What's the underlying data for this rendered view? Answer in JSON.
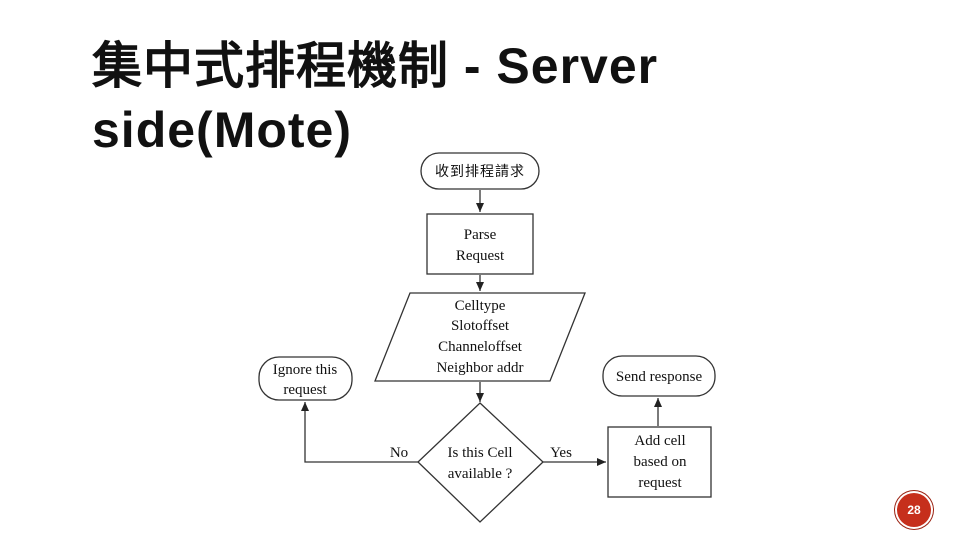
{
  "slide": {
    "title_line1": "集中式排程機制 - Server",
    "title_line2": "side(Mote)",
    "page_number": "28"
  },
  "flowchart": {
    "start": "收到排程請求",
    "parse": [
      "Parse",
      "Request"
    ],
    "fields": [
      "Celltype",
      "Slotoffset",
      "Channeloffset",
      "Neighbor addr"
    ],
    "decision": [
      "Is this Cell",
      "available ?"
    ],
    "no_label": "No",
    "yes_label": "Yes",
    "ignore": [
      "Ignore this",
      "request"
    ],
    "add_cell": [
      "Add cell",
      "based on",
      "request"
    ],
    "send": "Send response"
  },
  "colors": {
    "badge": "#c62f1c",
    "stroke": "#333333"
  }
}
